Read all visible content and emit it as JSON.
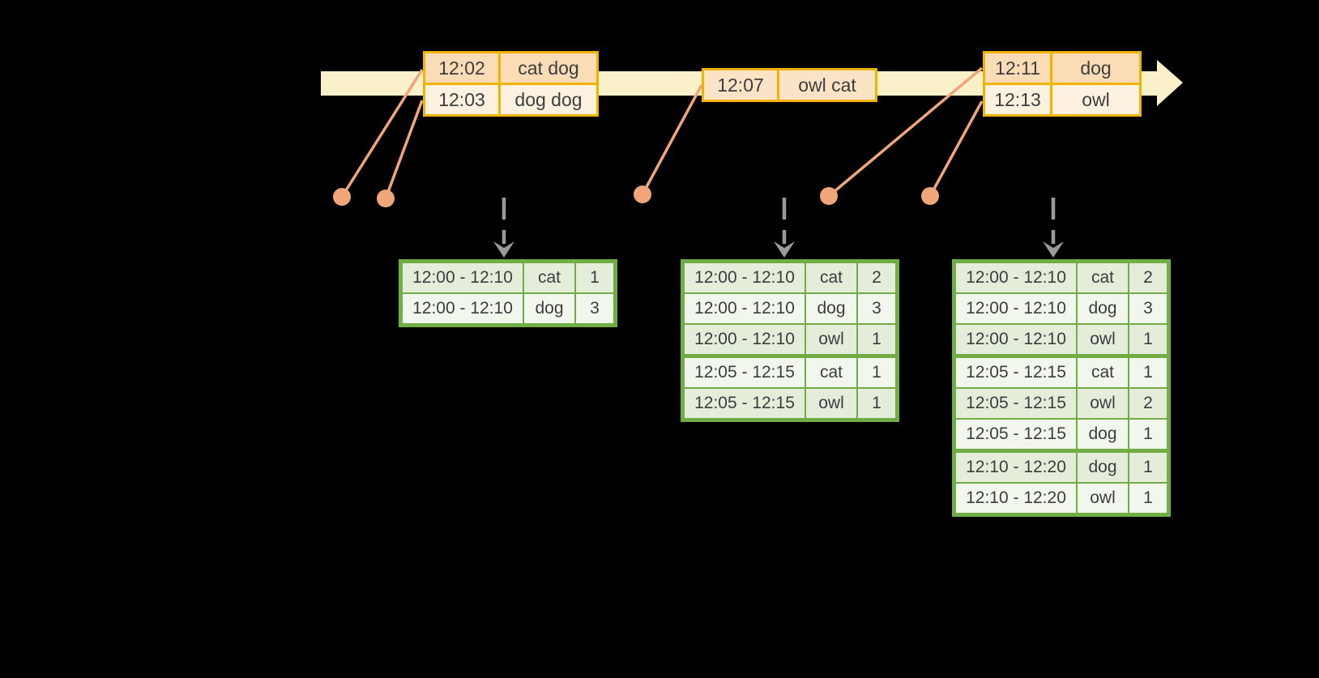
{
  "colors": {
    "background": "#000000",
    "timeline_bar": "#FAF0CA",
    "event_table_border": "#F0B400",
    "event_row_dark": "#FADCB6",
    "event_row_mid": "#FBE3C6",
    "event_row_light": "#FDF2E0",
    "connector_orange": "#F0A678",
    "result_table_border": "#72AC44",
    "result_row_green": "#E3EDDA",
    "result_row_white": "#F2F7EE",
    "trigger_arrow_gray": "#9B9B9B",
    "text": "#3D3D3D"
  },
  "event_tables": [
    {
      "rows": [
        {
          "time": "12:02",
          "words": "cat dog"
        },
        {
          "time": "12:03",
          "words": "dog dog"
        }
      ]
    },
    {
      "rows": [
        {
          "time": "12:07",
          "words": "owl cat"
        }
      ]
    },
    {
      "rows": [
        {
          "time": "12:11",
          "words": "dog"
        },
        {
          "time": "12:13",
          "words": "owl"
        }
      ]
    }
  ],
  "result_tables": [
    {
      "rows": [
        {
          "window": "12:00 - 12:10",
          "word": "cat",
          "count": "1"
        },
        {
          "window": "12:00 - 12:10",
          "word": "dog",
          "count": "3"
        }
      ]
    },
    {
      "rows": [
        {
          "window": "12:00 - 12:10",
          "word": "cat",
          "count": "2"
        },
        {
          "window": "12:00 - 12:10",
          "word": "dog",
          "count": "3"
        },
        {
          "window": "12:00 - 12:10",
          "word": "owl",
          "count": "1"
        },
        {
          "window": "12:05 - 12:15",
          "word": "cat",
          "count": "1"
        },
        {
          "window": "12:05 - 12:15",
          "word": "owl",
          "count": "1"
        }
      ]
    },
    {
      "rows": [
        {
          "window": "12:00 - 12:10",
          "word": "cat",
          "count": "2"
        },
        {
          "window": "12:00 - 12:10",
          "word": "dog",
          "count": "3"
        },
        {
          "window": "12:00 - 12:10",
          "word": "owl",
          "count": "1"
        },
        {
          "window": "12:05 - 12:15",
          "word": "cat",
          "count": "1"
        },
        {
          "window": "12:05 - 12:15",
          "word": "owl",
          "count": "2"
        },
        {
          "window": "12:05 - 12:15",
          "word": "dog",
          "count": "1"
        },
        {
          "window": "12:10 - 12:20",
          "word": "dog",
          "count": "1"
        },
        {
          "window": "12:10 - 12:20",
          "word": "owl",
          "count": "1"
        }
      ]
    }
  ]
}
